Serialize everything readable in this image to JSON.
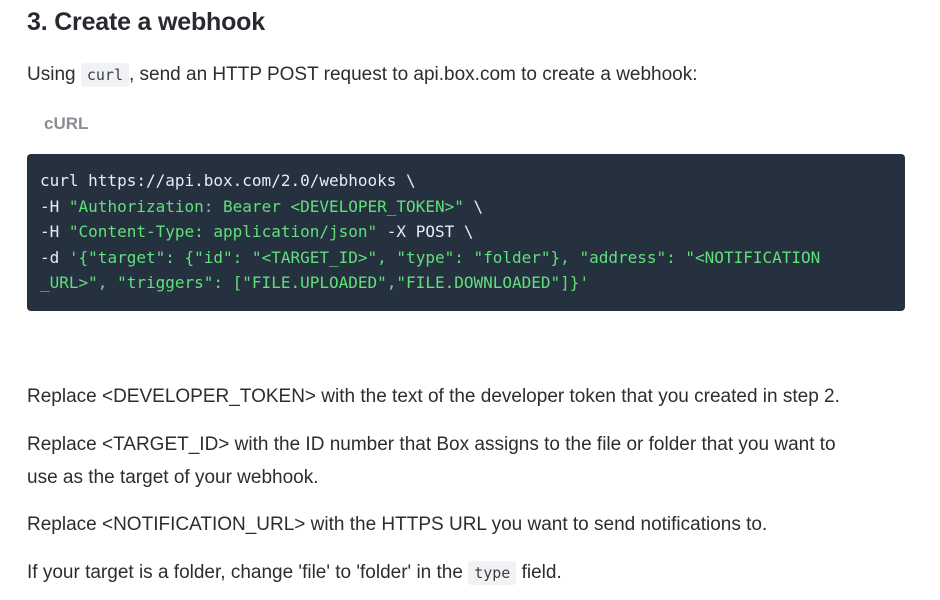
{
  "heading": "3. Create a webhook",
  "intro": {
    "before": "Using ",
    "code": "curl",
    "after": ", send an HTTP POST request to api.box.com to create a webhook:"
  },
  "tab_label": "cURL",
  "code_lines": [
    [
      {
        "t": "plain",
        "v": "curl https://api.box.com/2.0/webhooks \\"
      }
    ],
    [
      {
        "t": "plain",
        "v": "-H "
      },
      {
        "t": "str",
        "v": "\"Authorization: Bearer <DEVELOPER_TOKEN>\""
      },
      {
        "t": "plain",
        "v": " \\"
      }
    ],
    [
      {
        "t": "plain",
        "v": "-H "
      },
      {
        "t": "str",
        "v": "\"Content-Type: application/json\""
      },
      {
        "t": "plain",
        "v": " -X POST \\"
      }
    ],
    [
      {
        "t": "plain",
        "v": "-d "
      },
      {
        "t": "str",
        "v": "'{\"target\": {\"id\": \"<TARGET_ID>\", \"type\": \"folder\"}, \"address\": \"<NOTIFICATION"
      }
    ],
    [
      {
        "t": "str",
        "v": "_URL>\", \"triggers\": [\"FILE.UPLOADED\",\"FILE.DOWNLOADED\"]}'"
      }
    ]
  ],
  "paragraphs": {
    "p1": "Replace <DEVELOPER_TOKEN> with the text of the developer token that you created in step 2.",
    "p2_line1": "Replace <TARGET_ID> with the ID number that Box assigns to the file or folder that you want to",
    "p2_line2": "use as the target of your webhook.",
    "p3": "Replace <NOTIFICATION_URL> with the HTTPS URL you want to send notifications to.",
    "p4_before": "If your target is a folder, change 'file' to 'folder' in the ",
    "p4_code": "type",
    "p4_after": " field."
  },
  "colors": {
    "code_bg": "#263140",
    "code_string": "#5fe07a",
    "code_plain": "#e8ecf1",
    "text": "#2b2d33",
    "muted": "#8a8d94"
  }
}
